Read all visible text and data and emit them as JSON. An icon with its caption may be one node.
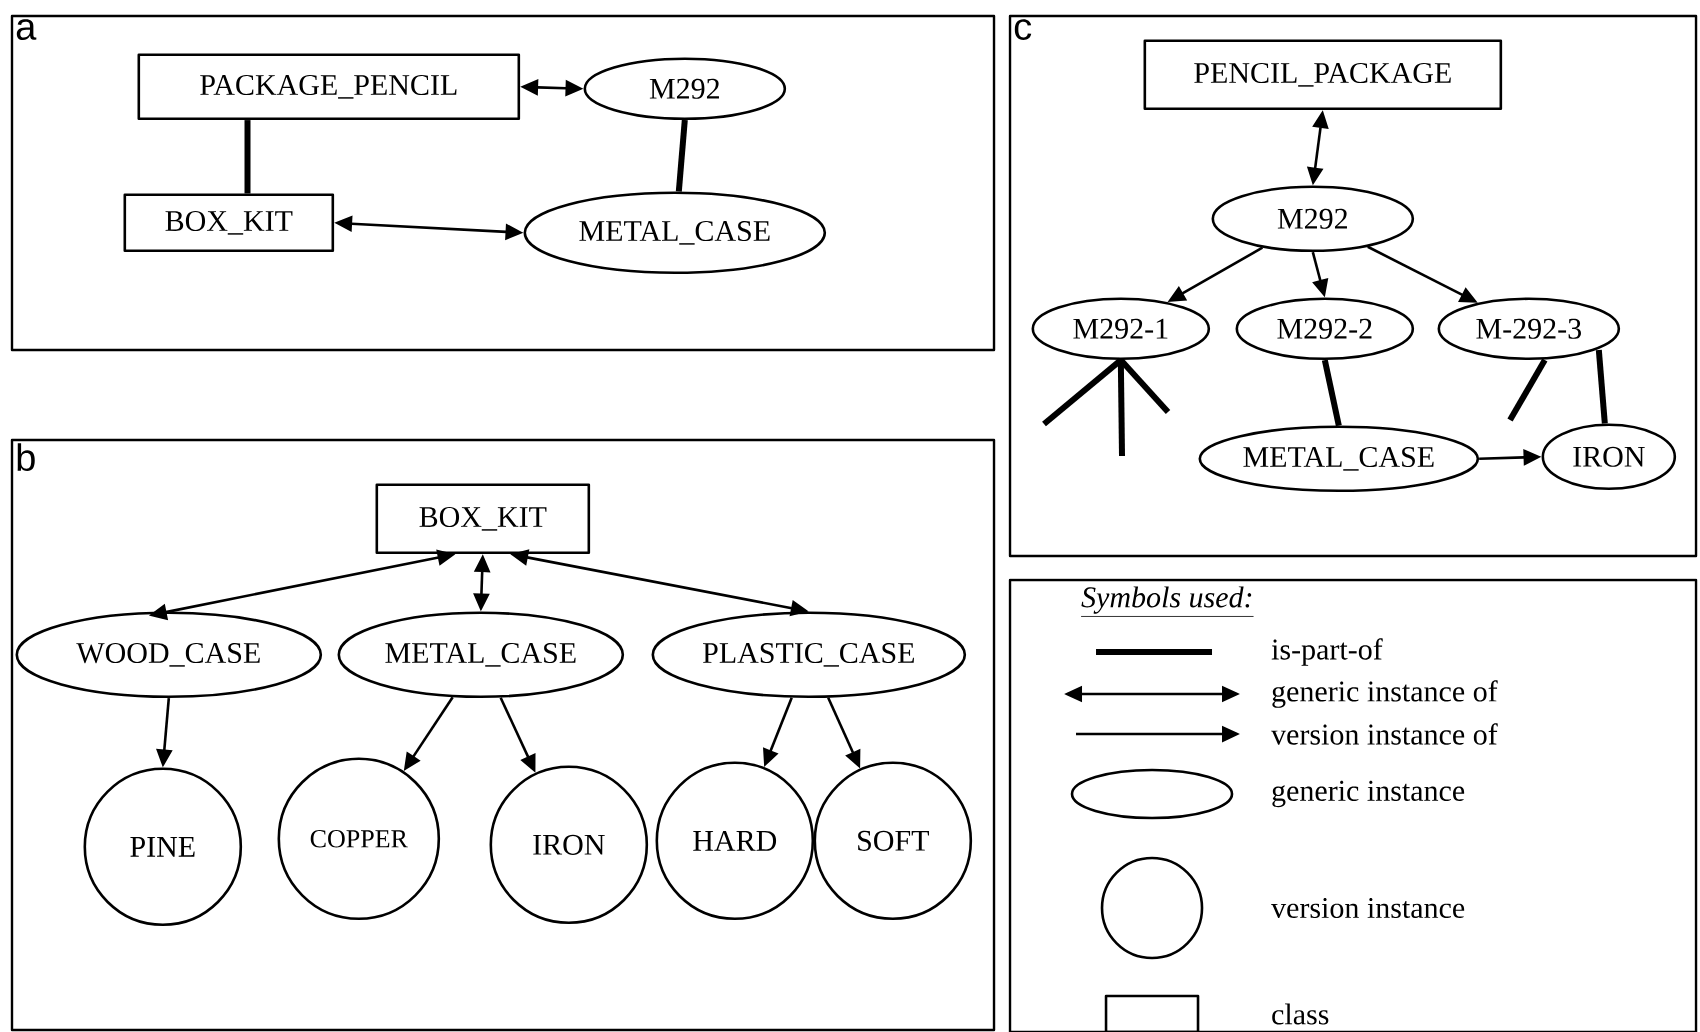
{
  "diagram": {
    "nodes": [
      {
        "text": [
          "a"
        ]
      },
      {
        "text": [
          "PACKAGE_PENCIL"
        ],
        "in": 0
      },
      {
        "text": [
          "M292"
        ],
        "in": 0
      },
      {
        "text": [
          "BOX_KIT"
        ],
        "in": 0
      },
      {
        "text": [
          "METAL_CASE"
        ],
        "in": 0
      },
      {
        "text": [
          "b"
        ]
      },
      {
        "text": [
          "BOX_KIT"
        ],
        "in": 5
      },
      {
        "text": [
          "WOOD_CASE"
        ],
        "in": 5
      },
      {
        "text": [
          "METAL_CASE"
        ],
        "in": 5
      },
      {
        "text": [
          "PLASTIC_CASE"
        ],
        "in": 5
      },
      {
        "text": [
          "PINE"
        ],
        "in": 5
      },
      {
        "text": [
          "COPPER"
        ],
        "in": 5
      },
      {
        "text": [
          "IRON"
        ],
        "in": 5
      },
      {
        "text": [
          "HARD"
        ],
        "in": 5
      },
      {
        "text": [
          "SOFT"
        ],
        "in": 5
      },
      {
        "text": [
          "c"
        ]
      },
      {
        "text": [
          "PENCIL_PACKAGE"
        ],
        "in": 15
      },
      {
        "text": [
          "M292"
        ],
        "in": 15
      },
      {
        "text": [
          "M292-1"
        ],
        "in": 15
      },
      {
        "text": [
          "M292-2"
        ],
        "in": 15
      },
      {
        "text": [
          "M-292-3"
        ],
        "in": 15
      },
      {
        "text": [
          "METAL_CASE"
        ],
        "in": 15
      },
      {
        "text": [
          "IRON"
        ],
        "in": 15
      }
    ],
    "edges": [
      {
        "from": 1,
        "to": 2,
        "arrow": "both"
      },
      {
        "from": 1,
        "to": 3,
        "arrow": "none",
        "style": "thick"
      },
      {
        "from": 2,
        "to": 4,
        "arrow": "none",
        "style": "thick"
      },
      {
        "from": 3,
        "to": 4,
        "arrow": "both"
      },
      {
        "from": 6,
        "to": 7,
        "arrow": "both"
      },
      {
        "from": 6,
        "to": 8,
        "arrow": "both"
      },
      {
        "from": 6,
        "to": 9,
        "arrow": "both"
      },
      {
        "from": 7,
        "to": 10,
        "arrow": "to"
      },
      {
        "from": 8,
        "to": 11,
        "arrow": "to"
      },
      {
        "from": 8,
        "to": 12,
        "arrow": "to"
      },
      {
        "from": 9,
        "to": 13,
        "arrow": "to"
      },
      {
        "from": 9,
        "to": 14,
        "arrow": "to"
      },
      {
        "from": 16,
        "to": 17,
        "arrow": "both"
      },
      {
        "from": 17,
        "to": 18,
        "arrow": "to"
      },
      {
        "from": 17,
        "to": 19,
        "arrow": "to"
      },
      {
        "from": 17,
        "to": 20,
        "arrow": "to"
      },
      {
        "from": 19,
        "to": 21,
        "arrow": "none",
        "style": "thick"
      },
      {
        "from": 21,
        "to": 22,
        "arrow": "to"
      },
      {
        "from": 20,
        "to": 22,
        "arrow": "none",
        "style": "thick"
      },
      {
        "from": 18,
        "to": null,
        "arrow": "none",
        "style": "thick"
      },
      {
        "from": 18,
        "to": null,
        "arrow": "none",
        "style": "thick"
      },
      {
        "from": 18,
        "to": null,
        "arrow": "none",
        "style": "thick"
      },
      {
        "from": 20,
        "to": null,
        "arrow": "none",
        "style": "thick"
      }
    ],
    "labels": [
      "Symbols used:"
    ],
    "legend": [
      {
        "text": "is-part-of"
      },
      {
        "text": "generic instance of"
      },
      {
        "text": "version instance of"
      },
      {
        "text": "generic instance"
      },
      {
        "text": "version instance"
      },
      {
        "text": "class"
      }
    ]
  }
}
